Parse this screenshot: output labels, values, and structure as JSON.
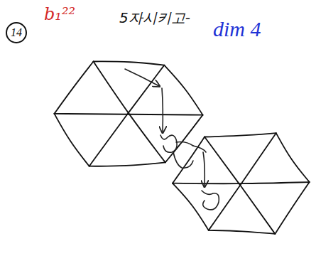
{
  "diagram": {
    "nodes": [
      {
        "text": [
          "14"
        ]
      }
    ],
    "labels": [
      "b₁²²",
      "5자시키고-",
      "dim 4"
    ]
  }
}
